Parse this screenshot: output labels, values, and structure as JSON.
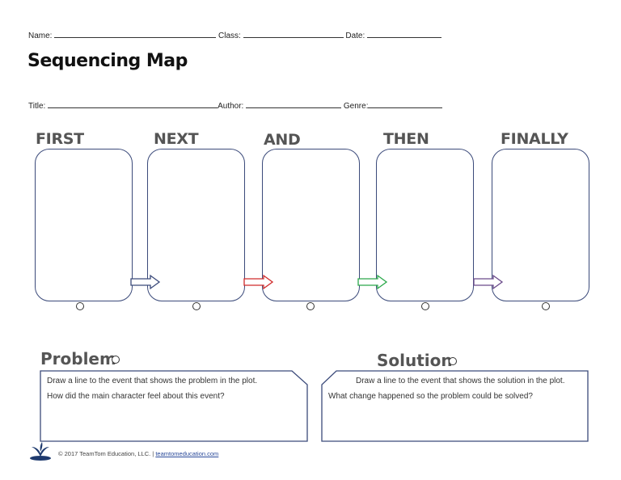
{
  "header": {
    "name_label": "Name:",
    "class_label": "Class:",
    "date_label": "Date:",
    "title": "Sequencing Map",
    "book_title_label": "Title:",
    "author_label": "Author:",
    "genre_label": "Genre:"
  },
  "steps": [
    {
      "label": "FIRST"
    },
    {
      "label": "NEXT"
    },
    {
      "label": "AND"
    },
    {
      "label": "THEN"
    },
    {
      "label": "FINALLY"
    }
  ],
  "arrow_colors": [
    "#3b4a7a",
    "#d02a2a",
    "#2aa84a",
    "#6a4a8a"
  ],
  "problem": {
    "title": "Problem",
    "line1": "Draw a line to the event that shows the problem in the plot.",
    "line2": "How did the main character feel about this event?"
  },
  "solution": {
    "title": "Solution",
    "line1": "Draw a line to the event that shows the solution in the plot.",
    "line2": "What change happened so the problem could be solved?"
  },
  "footer": {
    "copyright": "© 2017 TeamTom Education, LLC.",
    "separator": "|",
    "link": "teamtomeducation.com"
  },
  "logo": {
    "icon": "teamtom-logo-icon"
  }
}
